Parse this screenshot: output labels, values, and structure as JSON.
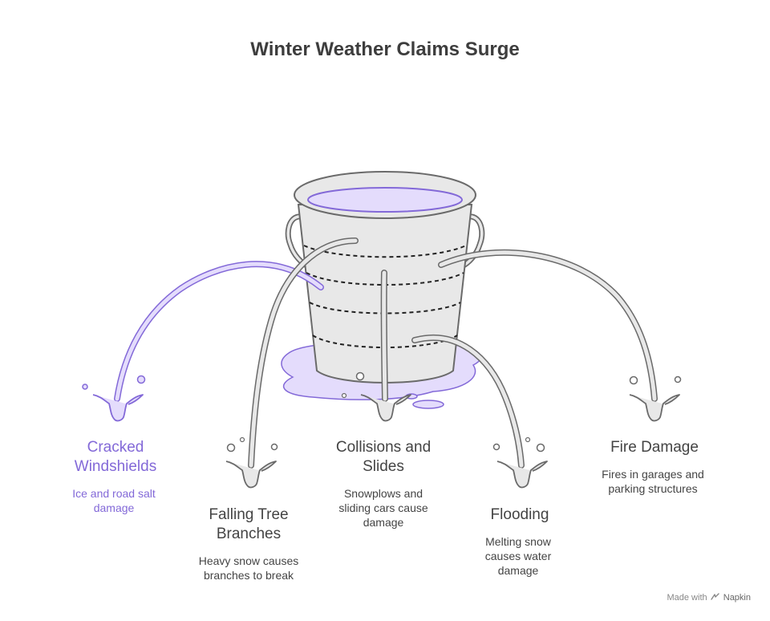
{
  "title": "Winter Weather Claims Surge",
  "colors": {
    "accent": "#8369d8",
    "accent_fill": "#e4dcfc",
    "bucket_fill": "#e8e8e8",
    "stroke": "#6a6a6a"
  },
  "items": [
    {
      "label_lines": [
        "Cracked",
        "Windshields"
      ],
      "desc_lines": [
        "Ice and road salt",
        "damage"
      ],
      "highlighted": true
    },
    {
      "label_lines": [
        "Falling Tree",
        "Branches"
      ],
      "desc_lines": [
        "Heavy snow causes",
        "branches to break"
      ],
      "highlighted": false
    },
    {
      "label_lines": [
        "Collisions and",
        "Slides"
      ],
      "desc_lines": [
        "Snowplows and",
        "sliding cars cause",
        "damage"
      ],
      "highlighted": false
    },
    {
      "label_lines": [
        "Flooding"
      ],
      "desc_lines": [
        "Melting snow",
        "causes water",
        "damage"
      ],
      "highlighted": false
    },
    {
      "label_lines": [
        "Fire Damage"
      ],
      "desc_lines": [
        "Fires in garages and",
        "parking structures"
      ],
      "highlighted": false
    }
  ],
  "footer": {
    "prefix": "Made with",
    "brand": "Napkin",
    "icon": "napkin-logo-icon"
  }
}
